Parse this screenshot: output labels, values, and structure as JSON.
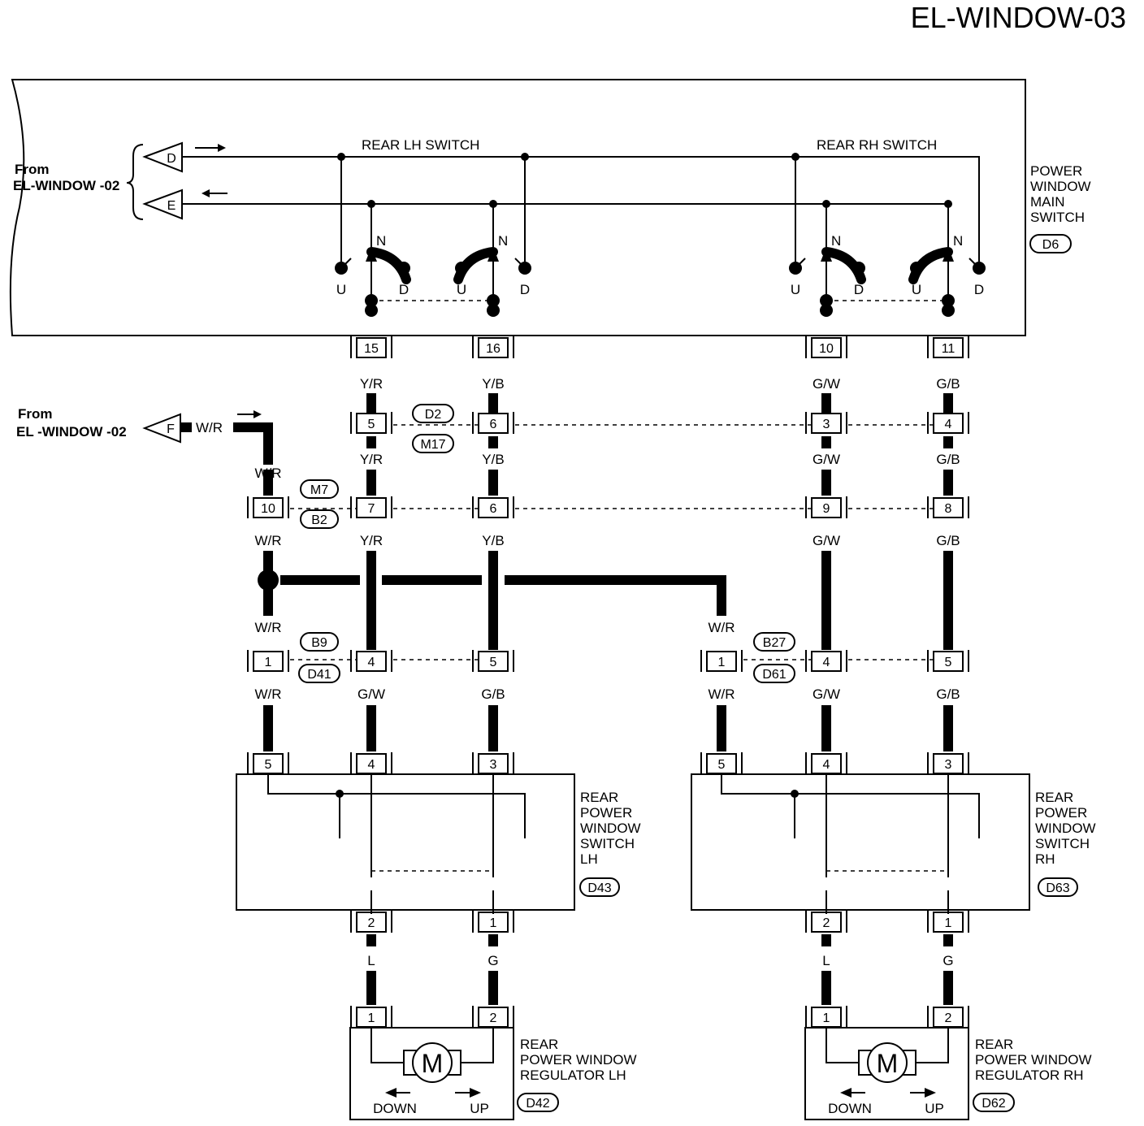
{
  "title": "EL-WINDOW-03",
  "from_label_1": "From",
  "from_label_2": "EL-WINDOW -02",
  "from_label_3": "From",
  "from_label_4": "EL -WINDOW -02",
  "conn_D": "D",
  "conn_E": "E",
  "conn_F": "F",
  "main_switch": {
    "lines": [
      "POWER",
      "WINDOW",
      "MAIN",
      "SWITCH"
    ],
    "connector": "D6",
    "rear_lh_switch": "REAR LH SWITCH",
    "rear_rh_switch": "REAR RH SWITCH"
  },
  "switch_letters": {
    "n": "N",
    "u": "U",
    "d": "D"
  },
  "pins": {
    "main": [
      "15",
      "16",
      "10",
      "11"
    ],
    "row1": [
      "5",
      "6",
      "3",
      "4"
    ],
    "row2": [
      "10",
      "7",
      "6",
      "9",
      "8"
    ],
    "row3": [
      "1",
      "4",
      "5",
      "1",
      "4",
      "5"
    ],
    "sw_top": [
      "5",
      "4",
      "3",
      "5",
      "4",
      "3"
    ],
    "sw_bottom": [
      "2",
      "1",
      "2",
      "1"
    ],
    "motor": [
      "1",
      "2",
      "1",
      "2"
    ]
  },
  "wires": {
    "yr": "Y/R",
    "yb": "Y/B",
    "gw": "G/W",
    "gb": "G/B",
    "wr": "W/R",
    "l": "L",
    "g": "G"
  },
  "connectors": {
    "d2": "D2",
    "m17": "M17",
    "m7": "M7",
    "b2": "B2",
    "b9": "B9",
    "d41": "D41",
    "b27": "B27",
    "d61": "D61"
  },
  "rear_switch_lh": {
    "lines": [
      "REAR",
      "POWER",
      "WINDOW",
      "SWITCH",
      "LH"
    ],
    "connector": "D43"
  },
  "rear_switch_rh": {
    "lines": [
      "REAR",
      "POWER",
      "WINDOW",
      "SWITCH",
      "RH"
    ],
    "connector": "D63"
  },
  "regulator_lh": {
    "lines": [
      "REAR",
      "POWER WINDOW",
      "REGULATOR LH"
    ],
    "connector": "D42",
    "motor": "M",
    "down": "DOWN",
    "up": "UP"
  },
  "regulator_rh": {
    "lines": [
      "REAR",
      "POWER WINDOW",
      "REGULATOR RH"
    ],
    "connector": "D62",
    "motor": "M",
    "down": "DOWN",
    "up": "UP"
  }
}
